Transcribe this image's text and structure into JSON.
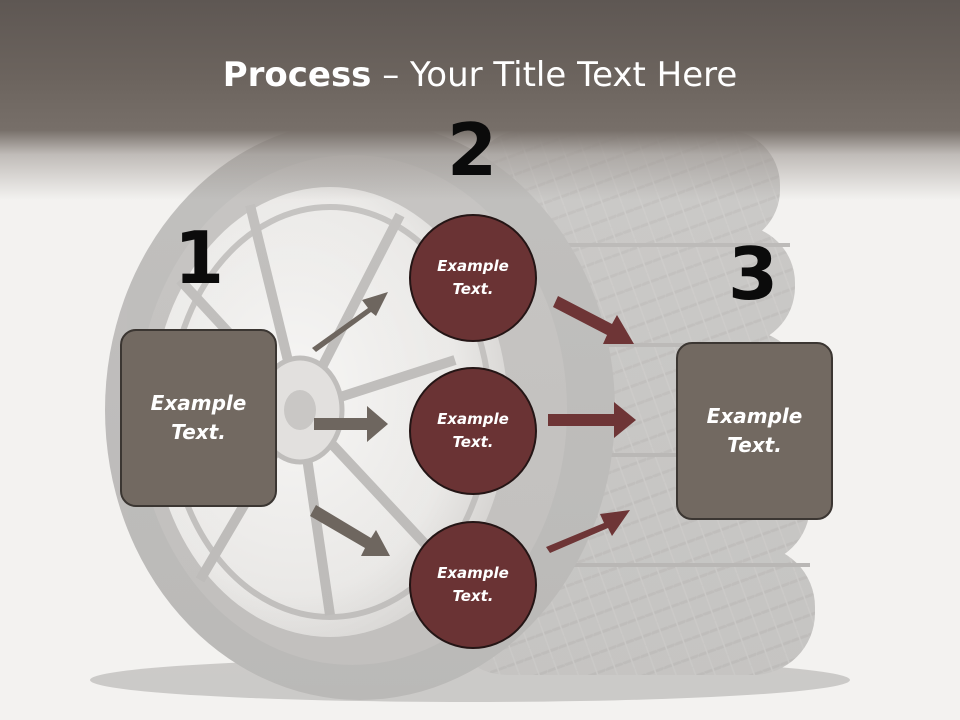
{
  "title": {
    "bold": "Process",
    "rest": " – Your Title Text Here"
  },
  "steps": {
    "one": "1",
    "two": "2",
    "three": "3"
  },
  "left_box": {
    "text": "Example Text."
  },
  "right_box": {
    "text": "Example Text."
  },
  "circles": [
    {
      "text": "Example Text."
    },
    {
      "text": "Example Text."
    },
    {
      "text": "Example Text."
    }
  ],
  "colors": {
    "header": "#6c645e",
    "box_fill": "#726961",
    "circle_fill": "#6a3334",
    "arrow_grey": "#6e665f",
    "arrow_red": "#6e3536",
    "number": "#0b0b0b"
  },
  "background_image": "tires-and-alloy-wheel"
}
